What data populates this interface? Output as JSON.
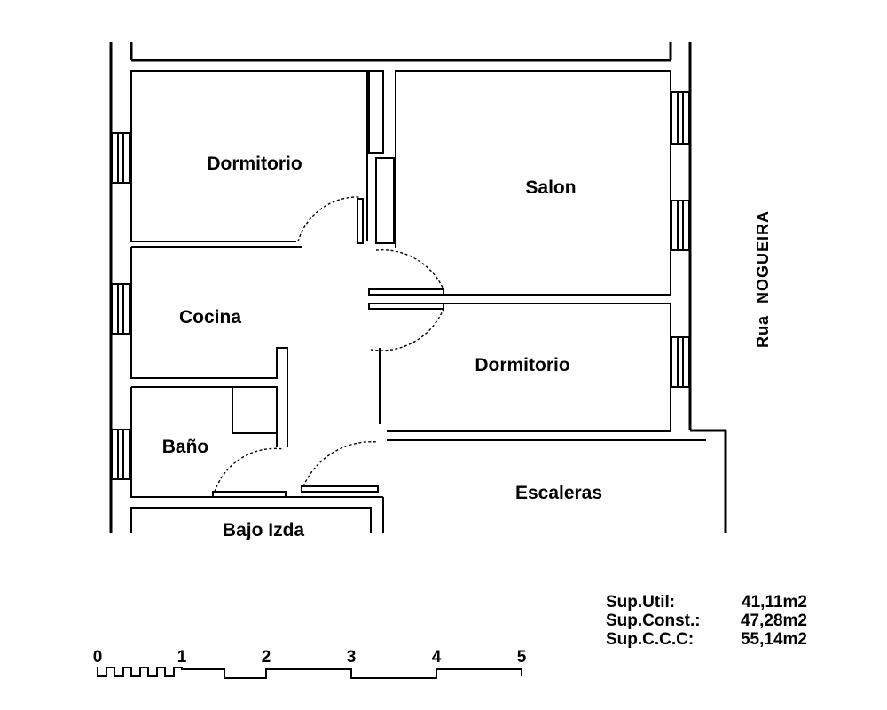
{
  "rooms": {
    "dormitorio_1": "Dormitorio",
    "salon": "Salon",
    "cocina": "Cocina",
    "dormitorio_2": "Dormitorio",
    "bano": "Baño",
    "escaleras": "Escaleras",
    "bajo_izda": "Bajo Izda"
  },
  "street": {
    "prefix": "Rua",
    "name": "NOGUEIRA"
  },
  "surfaces": [
    {
      "label": "Sup.Util:",
      "value": "41,11m2"
    },
    {
      "label": "Sup.Const.:",
      "value": "47,28m2"
    },
    {
      "label": "Sup.C.C.C:",
      "value": "55,14m2"
    }
  ],
  "scale_bar": {
    "ticks": [
      "0",
      "1",
      "2",
      "3",
      "4",
      "5"
    ]
  },
  "colors": {
    "ink": "#000000",
    "paper": "#ffffff"
  }
}
